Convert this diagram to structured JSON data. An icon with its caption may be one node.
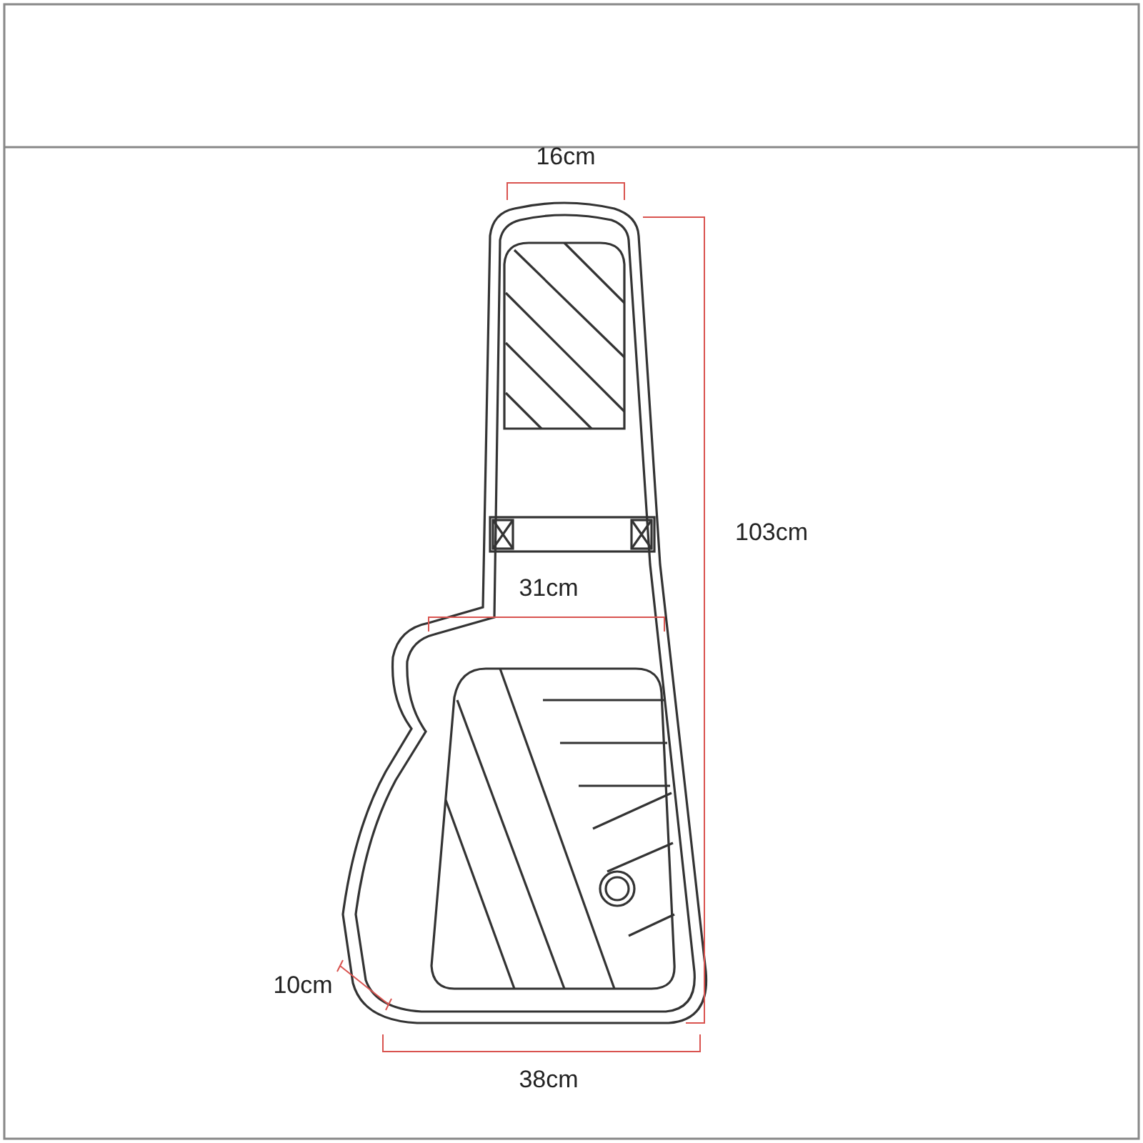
{
  "diagram": {
    "labels": [
      "16cm",
      "103cm",
      "31cm",
      "10cm",
      "38cm"
    ]
  }
}
